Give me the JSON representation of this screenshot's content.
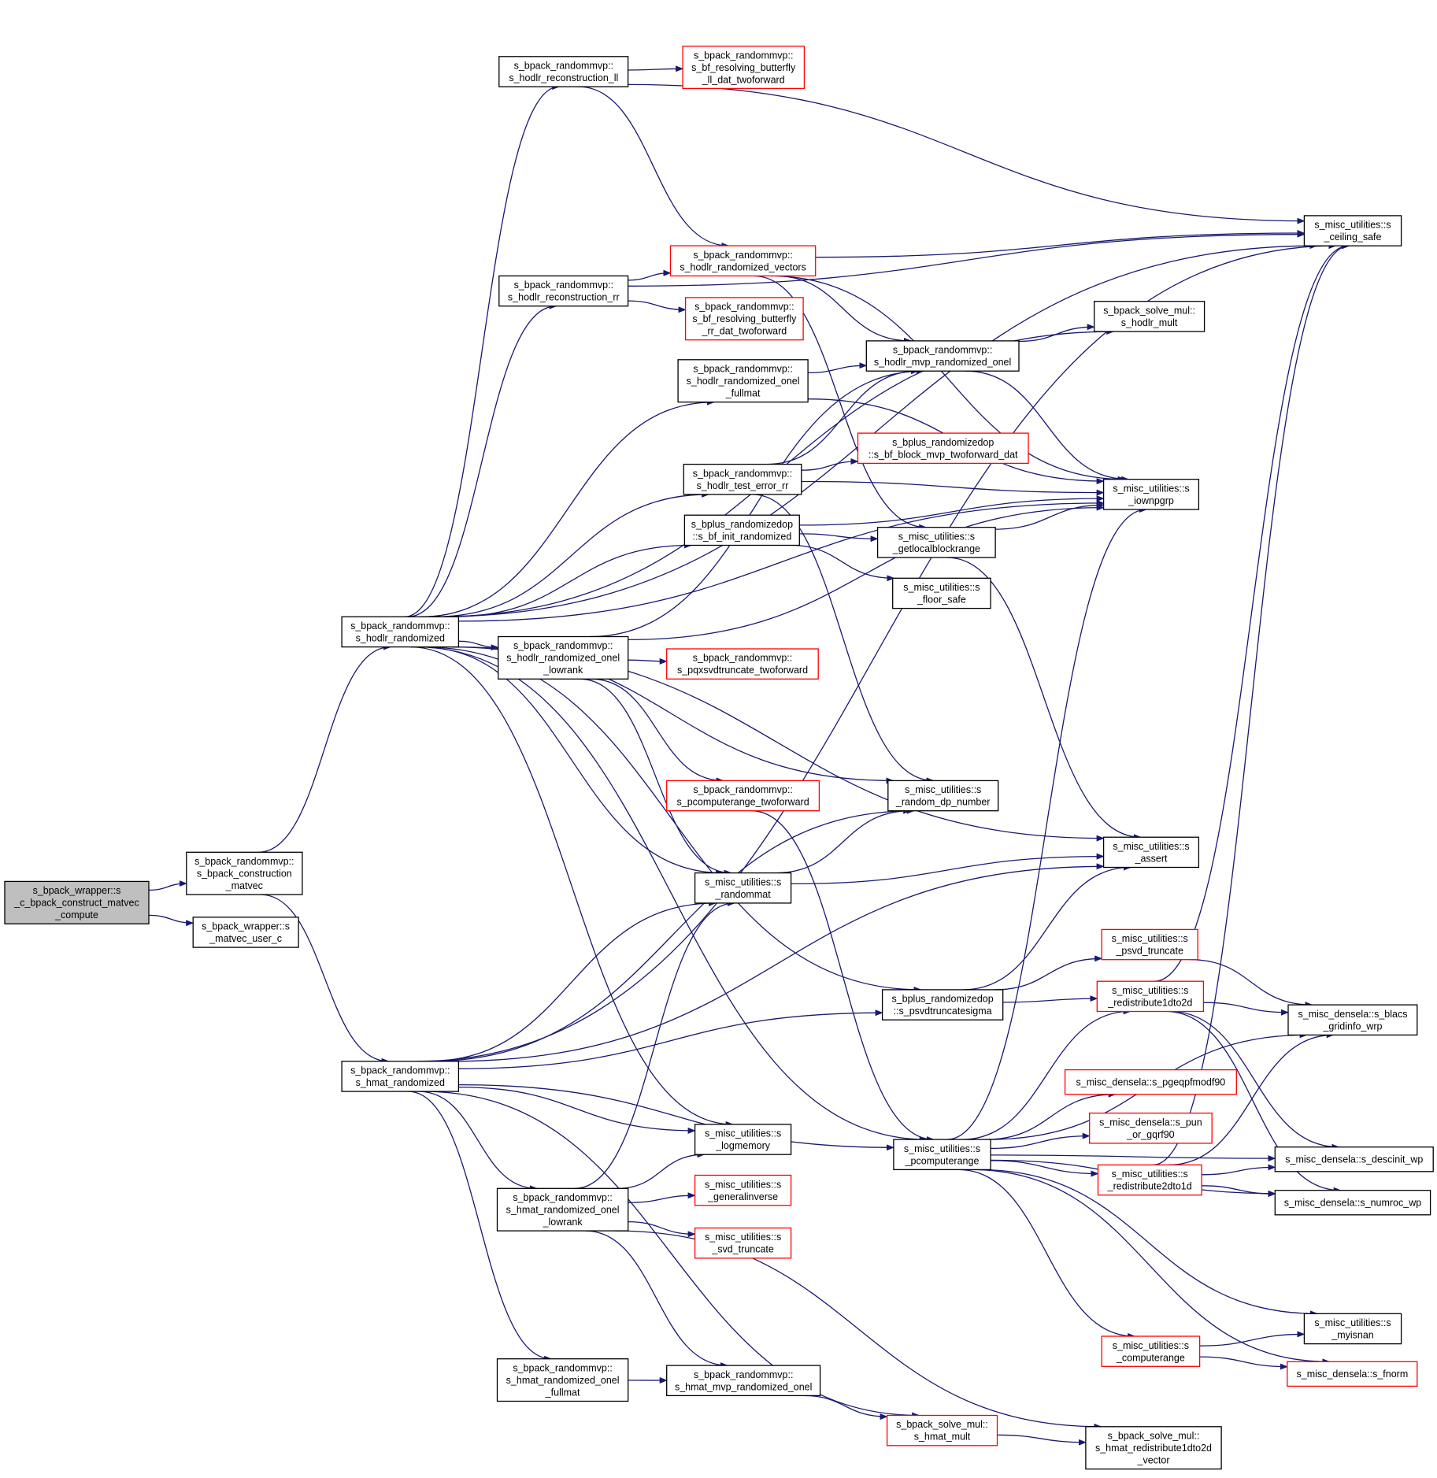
{
  "colors": {
    "edge": "#191970",
    "node_border": "#000000",
    "truncated_border": "#ff0000",
    "root_fill": "#bfbfbf",
    "node_fill": "#ffffff"
  },
  "nodes": [
    {
      "id": "n_root",
      "lines": [
        "s_bpack_wrapper::s",
        "_c_bpack_construct_matvec",
        "_compute"
      ],
      "root": true
    },
    {
      "id": "n_construction",
      "lines": [
        "s_bpack_randommvp::",
        "s_bpack_construction",
        "_matvec"
      ]
    },
    {
      "id": "n_matvec_user",
      "lines": [
        "s_bpack_wrapper::s",
        "_matvec_user_c"
      ]
    },
    {
      "id": "n_hodlr_rand",
      "lines": [
        "s_bpack_randommvp::",
        "s_hodlr_randomized"
      ]
    },
    {
      "id": "n_hmat_rand",
      "lines": [
        "s_bpack_randommvp::",
        "s_hmat_randomized"
      ]
    },
    {
      "id": "n_recon_ll",
      "lines": [
        "s_bpack_randommvp::",
        "s_hodlr_reconstruction_ll"
      ]
    },
    {
      "id": "n_bf_res_ll",
      "lines": [
        "s_bpack_randommvp::",
        "s_bf_resolving_butterfly",
        "_ll_dat_twoforward"
      ],
      "truncated": true
    },
    {
      "id": "n_recon_rr",
      "lines": [
        "s_bpack_randommvp::",
        "s_hodlr_reconstruction_rr"
      ]
    },
    {
      "id": "n_rand_vectors",
      "lines": [
        "s_bpack_randommvp::",
        "s_hodlr_randomized_vectors"
      ],
      "truncated": true
    },
    {
      "id": "n_bf_res_rr",
      "lines": [
        "s_bpack_randommvp::",
        "s_bf_resolving_butterfly",
        "_rr_dat_twoforward"
      ],
      "truncated": true
    },
    {
      "id": "n_onel_fullmat",
      "lines": [
        "s_bpack_randommvp::",
        "s_hodlr_randomized_onel",
        "_fullmat"
      ]
    },
    {
      "id": "n_mvp_onel",
      "lines": [
        "s_bpack_randommvp::",
        "s_hodlr_mvp_randomized_onel"
      ]
    },
    {
      "id": "n_solve_hodlr_mult",
      "lines": [
        "s_bpack_solve_mul::",
        "s_hodlr_mult"
      ]
    },
    {
      "id": "n_ceiling",
      "lines": [
        "s_misc_utilities::s",
        "_ceiling_safe"
      ]
    },
    {
      "id": "n_test_error",
      "lines": [
        "s_bpack_randommvp::",
        "s_hodlr_test_error_rr"
      ]
    },
    {
      "id": "n_bf_block_mvp",
      "lines": [
        "s_bplus_randomizedop",
        "::s_bf_block_mvp_twoforward_dat"
      ],
      "truncated": true
    },
    {
      "id": "n_iownpgrp",
      "lines": [
        "s_misc_utilities::s",
        "_iownpgrp"
      ]
    },
    {
      "id": "n_bf_init",
      "lines": [
        "s_bplus_randomizedop",
        "::s_bf_init_randomized"
      ]
    },
    {
      "id": "n_getlocal",
      "lines": [
        "s_misc_utilities::s",
        "_getlocalblockrange"
      ]
    },
    {
      "id": "n_floor",
      "lines": [
        "s_misc_utilities::s",
        "_floor_safe"
      ]
    },
    {
      "id": "n_onel_lowrank",
      "lines": [
        "s_bpack_randommvp::",
        "s_hodlr_randomized_onel",
        "_lowrank"
      ]
    },
    {
      "id": "n_pqxsvd",
      "lines": [
        "s_bpack_randommvp::",
        "s_pqxsvdtruncate_twoforward"
      ],
      "truncated": true
    },
    {
      "id": "n_pcomp_twofwd",
      "lines": [
        "s_bpack_randommvp::",
        "s_pcomputerange_twoforward"
      ],
      "truncated": true
    },
    {
      "id": "n_random_dp",
      "lines": [
        "s_misc_utilities::s",
        "_random_dp_number"
      ]
    },
    {
      "id": "n_assert",
      "lines": [
        "s_misc_utilities::s",
        "_assert"
      ]
    },
    {
      "id": "n_randommat",
      "lines": [
        "s_misc_utilities::s",
        "_randommat"
      ]
    },
    {
      "id": "n_psvd_trunc",
      "lines": [
        "s_misc_utilities::s",
        "_psvd_truncate"
      ],
      "truncated": true
    },
    {
      "id": "n_psvdtruncsigma",
      "lines": [
        "s_bplus_randomizedop",
        "::s_psvdtruncatesigma"
      ]
    },
    {
      "id": "n_redist1to2",
      "lines": [
        "s_misc_utilities::s",
        "_redistribute1dto2d"
      ],
      "truncated": true
    },
    {
      "id": "n_blacs",
      "lines": [
        "s_misc_densela::s_blacs",
        "_gridinfo_wrp"
      ]
    },
    {
      "id": "n_pgeqpf",
      "lines": [
        "s_misc_densela::s_pgeqpfmodf90"
      ],
      "truncated": true
    },
    {
      "id": "n_pun",
      "lines": [
        "s_misc_densela::s_pun",
        "_or_gqrf90"
      ],
      "truncated": true
    },
    {
      "id": "n_logmemory",
      "lines": [
        "s_misc_utilities::s",
        "_logmemory"
      ]
    },
    {
      "id": "n_pcomputerange",
      "lines": [
        "s_misc_utilities::s",
        "_pcomputerange"
      ]
    },
    {
      "id": "n_redist2to1",
      "lines": [
        "s_misc_utilities::s",
        "_redistribute2dto1d"
      ],
      "truncated": true
    },
    {
      "id": "n_descinit",
      "lines": [
        "s_misc_densela::s_descinit_wp"
      ]
    },
    {
      "id": "n_numroc",
      "lines": [
        "s_misc_densela::s_numroc_wp"
      ]
    },
    {
      "id": "n_hmat_onel_lowrank",
      "lines": [
        "s_bpack_randommvp::",
        "s_hmat_randomized_onel",
        "_lowrank"
      ]
    },
    {
      "id": "n_generalinverse",
      "lines": [
        "s_misc_utilities::s",
        "_generalinverse"
      ],
      "truncated": true
    },
    {
      "id": "n_svd_trunc",
      "lines": [
        "s_misc_utilities::s",
        "_svd_truncate"
      ],
      "truncated": true
    },
    {
      "id": "n_myisnan",
      "lines": [
        "s_misc_utilities::s",
        "_myisnan"
      ]
    },
    {
      "id": "n_computerange",
      "lines": [
        "s_misc_utilities::s",
        "_computerange"
      ],
      "truncated": true
    },
    {
      "id": "n_fnorm",
      "lines": [
        "s_misc_densela::s_fnorm"
      ],
      "truncated": true
    },
    {
      "id": "n_hmat_onel_fullmat",
      "lines": [
        "s_bpack_randommvp::",
        "s_hmat_randomized_onel",
        "_fullmat"
      ]
    },
    {
      "id": "n_hmat_mvp_onel",
      "lines": [
        "s_bpack_randommvp::",
        "s_hmat_mvp_randomized_onel"
      ]
    },
    {
      "id": "n_hmat_mult",
      "lines": [
        "s_bpack_solve_mul::",
        "s_hmat_mult"
      ],
      "truncated": true
    },
    {
      "id": "n_hmat_redist",
      "lines": [
        "s_bpack_solve_mul::",
        "s_hmat_redistribute1dto2d",
        "_vector"
      ]
    }
  ]
}
